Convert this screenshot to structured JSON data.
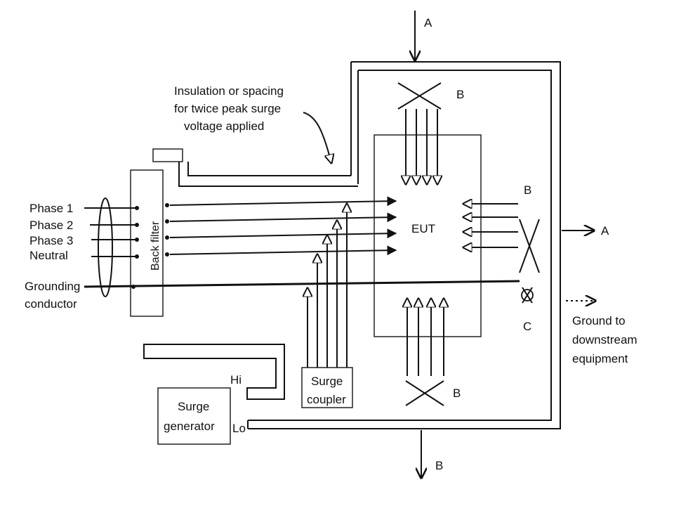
{
  "labels": {
    "insulation_line1": "Insulation or spacing",
    "insulation_line2": "for twice peak surge",
    "insulation_line3": "voltage applied",
    "phase1": "Phase 1",
    "phase2": "Phase 2",
    "phase3": "Phase 3",
    "neutral": "Neutral",
    "grounding_line1": "Grounding",
    "grounding_line2": "conductor",
    "back_filter": "Back filter",
    "eut": "EUT",
    "surge_coupler_line1": "Surge",
    "surge_coupler_line2": "coupler",
    "surge_generator_line1": "Surge",
    "surge_generator_line2": "generator",
    "hi": "Hi",
    "lo": "Lo",
    "ground_downstream_line1": "Ground to",
    "ground_downstream_line2": "downstream",
    "ground_downstream_line3": "equipment",
    "a_top": "A",
    "a_right": "A",
    "b_top": "B",
    "b_right": "B",
    "b_bottom_inner": "B",
    "b_bottom": "B",
    "c": "C"
  }
}
